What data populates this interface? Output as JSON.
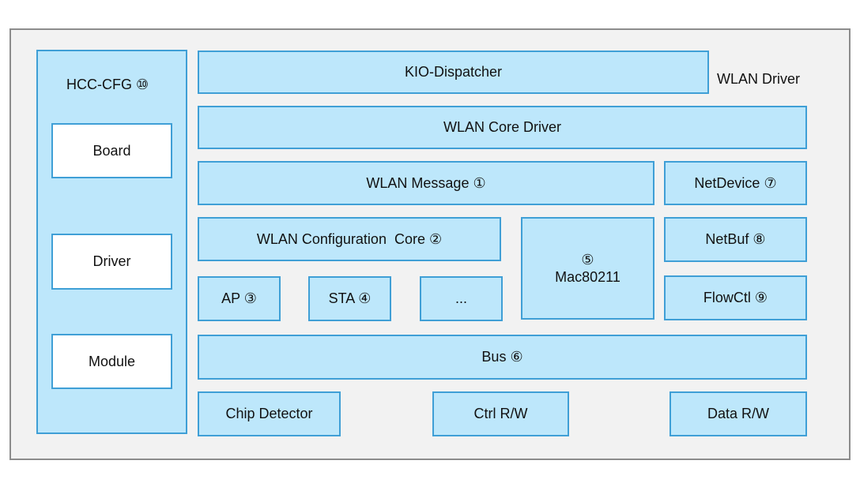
{
  "wlan_driver_label": "WLAN Driver",
  "hcc": {
    "title": "HCC-CFG ⑩",
    "items": [
      "Board",
      "Driver",
      "Module"
    ]
  },
  "blocks": {
    "kio_dispatcher": "KIO-Dispatcher",
    "wlan_core_driver": "WLAN Core Driver",
    "wlan_message": "WLAN Message ①",
    "netdevice": "NetDevice ⑦",
    "wlan_config_core": "WLAN Configuration  Core ②",
    "mac80211_num": "⑤",
    "mac80211_name": "Mac80211",
    "netbuf": "NetBuf ⑧",
    "ap": "AP ③",
    "sta": "STA ④",
    "ellipsis": "...",
    "flowctl": "FlowCtl ⑨",
    "bus": "Bus ⑥",
    "chip_detector": "Chip Detector",
    "ctrl_rw": "Ctrl R/W",
    "data_rw": "Data R/W"
  },
  "colors": {
    "block_fill": "#bde7fb",
    "block_border": "#3f9fd6",
    "outer_fill": "#f2f2f2",
    "outer_border": "#8c8c8c"
  }
}
